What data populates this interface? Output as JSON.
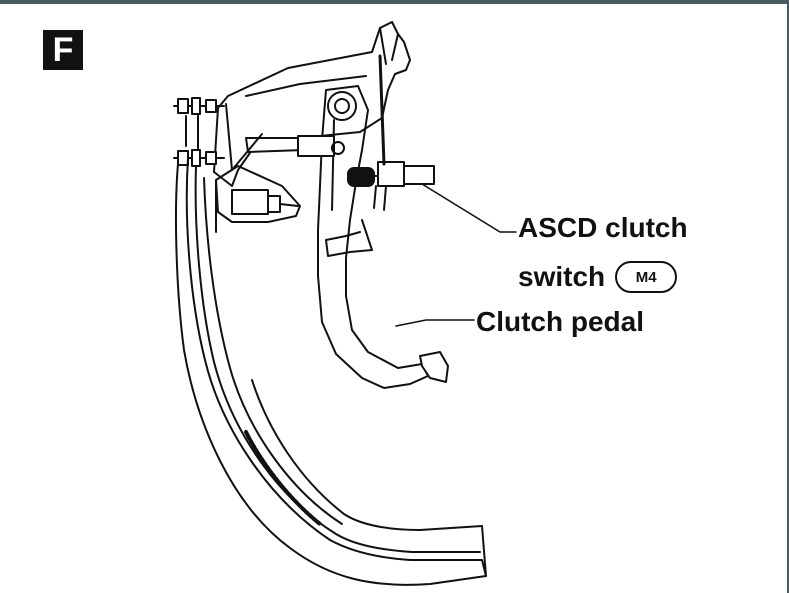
{
  "figure": {
    "view_letter": "F",
    "labels": {
      "switch_line1": "ASCD clutch",
      "switch_line2": "switch",
      "connector_code": "M4",
      "pedal": "Clutch pedal"
    },
    "colors": {
      "ink": "#111111",
      "paper": "#ffffff",
      "frame": "#4a5a63"
    }
  }
}
